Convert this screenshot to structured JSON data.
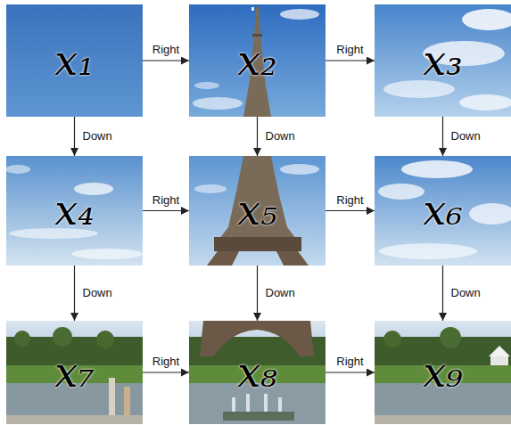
{
  "diagram": {
    "nodes": [
      {
        "text": [
          "x₁"
        ]
      },
      {
        "text": [
          "x₂"
        ]
      },
      {
        "text": [
          "x₃"
        ]
      },
      {
        "text": [
          "x₄"
        ]
      },
      {
        "text": [
          "x₅"
        ]
      },
      {
        "text": [
          "x₆"
        ]
      },
      {
        "text": [
          "x₇"
        ]
      },
      {
        "text": [
          "x₈"
        ]
      },
      {
        "text": [
          "x₉"
        ]
      }
    ],
    "edges": [
      {
        "from": 0,
        "to": 1,
        "label": "Right",
        "arrow": "to"
      },
      {
        "from": 1,
        "to": 2,
        "label": "Right",
        "arrow": "to"
      },
      {
        "from": 0,
        "to": 3,
        "label": "Down",
        "arrow": "to"
      },
      {
        "from": 1,
        "to": 4,
        "label": "Down",
        "arrow": "to"
      },
      {
        "from": 2,
        "to": 5,
        "label": "Down",
        "arrow": "to"
      },
      {
        "from": 3,
        "to": 4,
        "label": "Right",
        "arrow": "to"
      },
      {
        "from": 4,
        "to": 5,
        "label": "Right",
        "arrow": "to"
      },
      {
        "from": 3,
        "to": 6,
        "label": "Down",
        "arrow": "to"
      },
      {
        "from": 4,
        "to": 7,
        "label": "Down",
        "arrow": "to"
      },
      {
        "from": 5,
        "to": 8,
        "label": "Down",
        "arrow": "to"
      },
      {
        "from": 6,
        "to": 7,
        "label": "Right",
        "arrow": "to"
      },
      {
        "from": 7,
        "to": 8,
        "label": "Right",
        "arrow": "to"
      }
    ]
  }
}
